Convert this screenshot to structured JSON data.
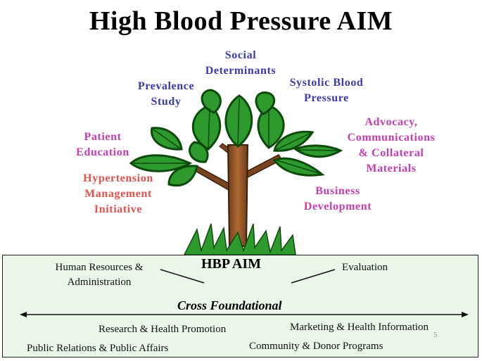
{
  "title": "High Blood Pressure AIM",
  "branches": {
    "social": [
      "Social",
      "Determinants"
    ],
    "prevalence": [
      "Prevalence",
      "Study"
    ],
    "systolic": [
      "Systolic Blood",
      "Pressure"
    ],
    "patient": [
      "Patient",
      "Education"
    ],
    "advocacy": [
      "Advocacy,",
      "Communications",
      "& Collateral",
      "Materials"
    ],
    "hypertension": [
      "Hypertension",
      "Management",
      "Initiative"
    ],
    "business": [
      "Business",
      "Development"
    ]
  },
  "foundation": {
    "center_label": "HBP AIM",
    "human_resources": [
      "Human Resources &",
      "Administration"
    ],
    "evaluation": "Evaluation",
    "cross": "Cross Foundational",
    "research": "Research & Health Promotion",
    "marketing": "Marketing & Health Information",
    "public_relations": "Public Relations & Public Affairs",
    "community": "Community & Donor Programs",
    "page_number": "5"
  },
  "colors": {
    "leaf": "#2e9a2e",
    "leaf_dark": "#0b4a0b",
    "trunk": "#9a5a2c",
    "ground_fill": "#eaf6ea",
    "blue_label": "#3a3ab0",
    "magenta_label": "#c83cb2",
    "salmon_label": "#e4504a"
  }
}
